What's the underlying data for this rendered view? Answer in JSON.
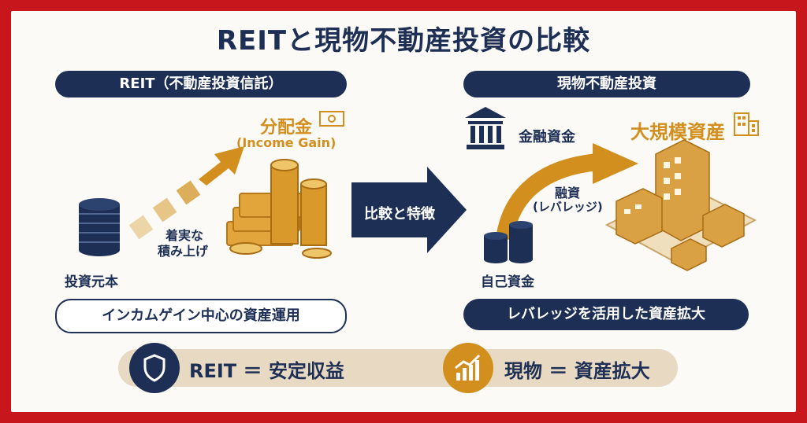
{
  "title": "REITと現物不動産投資の比較",
  "left": {
    "header": "REIT（不動産投資信託）",
    "dividend_label": "分配金",
    "dividend_sub": "(Income Gain)",
    "steady_line1": "着実な",
    "steady_line2": "積み上げ",
    "principal_label": "投資元本",
    "summary": "インカムゲイン中心の資産運用"
  },
  "center": {
    "arrow_label": "比較と特徴"
  },
  "right": {
    "header": "現物不動産投資",
    "finance_label": "金融資金",
    "large_asset_label": "大規模資産",
    "leverage_line1": "融資",
    "leverage_line2": "(レバレッジ)",
    "own_funds_label": "自己資金",
    "summary": "レバレッジを活用した資産拡大"
  },
  "bottom": {
    "reit_line": "REIT ＝ 安定収益",
    "real_line": "現物 ＝ 資産拡大"
  },
  "colors": {
    "navy": "#1d2f55",
    "gold": "#d28f1d",
    "frame_red": "#c8161d",
    "beige": "#e7d9c2"
  },
  "icons": [
    "shield-icon",
    "growth-chart-icon",
    "bank-icon",
    "building-icon",
    "money-icon",
    "coin-stack-icon",
    "city-block-icon"
  ]
}
